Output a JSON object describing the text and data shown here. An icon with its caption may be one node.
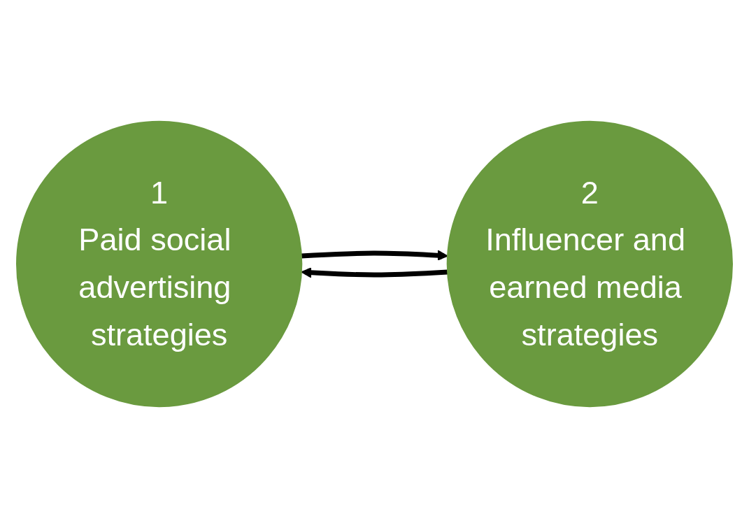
{
  "diagram": {
    "nodes": [
      {
        "text": [
          "1",
          "Paid social advertising strategies"
        ]
      },
      {
        "text": [
          "2",
          "Influencer and earned media strategies"
        ]
      }
    ],
    "edges": [
      {
        "from": 0,
        "to": 1,
        "arrow": "to"
      },
      {
        "from": 1,
        "to": 0,
        "arrow": "to"
      }
    ]
  }
}
